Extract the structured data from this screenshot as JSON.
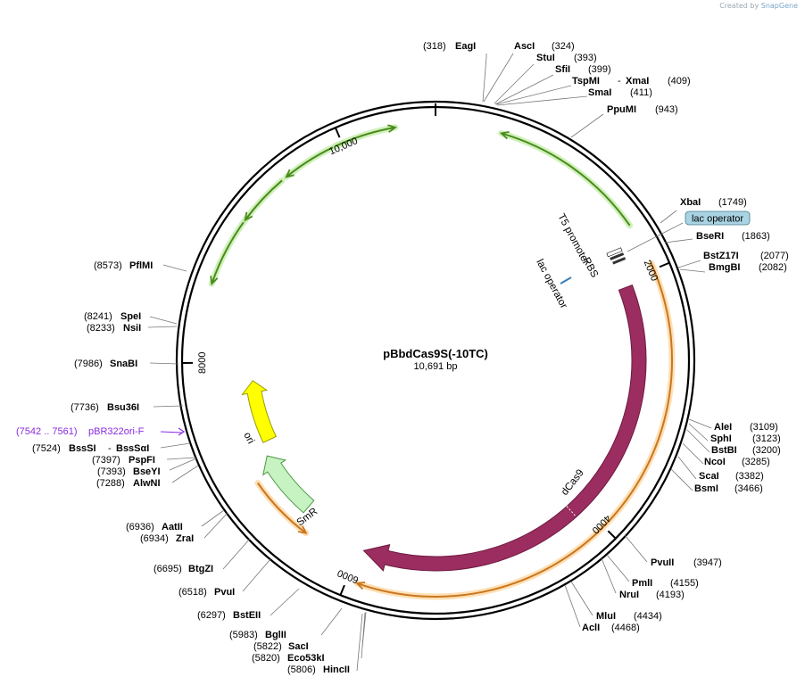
{
  "credit": {
    "prefix": "Created by",
    "brand": "SnapGene"
  },
  "map": {
    "name": "pBbdCas9S(-10TC)",
    "length_label": "10,691 bp",
    "ticks": [
      "2000",
      "4000",
      "6000",
      "8000",
      "10,000"
    ],
    "colors": {
      "cas9": "#9b2d60",
      "sm": "#c7f2c2",
      "ori": "#ffff00",
      "orange_track": "#c8771f",
      "green_track": "#4a8c1c",
      "lac_box": "#a9d4e3",
      "primer": "#8a2be2"
    }
  },
  "sites": {
    "eagi": {
      "pos": "(318)",
      "name": "EagI"
    },
    "asci": {
      "pos": "(324)",
      "name": "AscI"
    },
    "stui": {
      "pos": "(393)",
      "name": "StuI"
    },
    "sfii": {
      "pos": "(399)",
      "name": "SfiI"
    },
    "tspmi": {
      "pos": "(409)",
      "name": "TspMI",
      "alt": "XmaI",
      "sep": "-"
    },
    "smai": {
      "pos": "(411)",
      "name": "SmaI"
    },
    "ppumi": {
      "pos": "(943)",
      "name": "PpuMI"
    },
    "xbai": {
      "pos": "(1749)",
      "name": "XbaI"
    },
    "bseri": {
      "pos": "(1863)",
      "name": "BseRI"
    },
    "bstz17i": {
      "pos": "(2077)",
      "name": "BstZ17I"
    },
    "bmgbi": {
      "pos": "(2082)",
      "name": "BmgBI"
    },
    "alei": {
      "pos": "(3109)",
      "name": "AleI"
    },
    "sphi": {
      "pos": "(3123)",
      "name": "SphI"
    },
    "bstbi": {
      "pos": "(3200)",
      "name": "BstBI"
    },
    "ncoi": {
      "pos": "(3285)",
      "name": "NcoI"
    },
    "scai": {
      "pos": "(3382)",
      "name": "ScaI"
    },
    "bsmi": {
      "pos": "(3466)",
      "name": "BsmI"
    },
    "pvuii": {
      "pos": "(3947)",
      "name": "PvuII"
    },
    "pmli": {
      "pos": "(4155)",
      "name": "PmlI"
    },
    "nrui": {
      "pos": "(4193)",
      "name": "NruI"
    },
    "mlui": {
      "pos": "(4434)",
      "name": "MluI"
    },
    "acli": {
      "pos": "(4468)",
      "name": "AclI"
    },
    "hincii": {
      "pos": "(5806)",
      "name": "HincII"
    },
    "eco53ki": {
      "pos": "(5820)",
      "name": "Eco53kI"
    },
    "saci": {
      "pos": "(5822)",
      "name": "SacI"
    },
    "bglii": {
      "pos": "(5983)",
      "name": "BglII"
    },
    "bsteii": {
      "pos": "(6297)",
      "name": "BstEII"
    },
    "pvui": {
      "pos": "(6518)",
      "name": "PvuI"
    },
    "btgzi": {
      "pos": "(6695)",
      "name": "BtgZI"
    },
    "zrai": {
      "pos": "(6934)",
      "name": "ZraI"
    },
    "aatii": {
      "pos": "(6936)",
      "name": "AatII"
    },
    "alwni": {
      "pos": "(7288)",
      "name": "AlwNI"
    },
    "bseyi": {
      "pos": "(7393)",
      "name": "BseYI"
    },
    "pspfi": {
      "pos": "(7397)",
      "name": "PspFI"
    },
    "bsssi": {
      "pos": "(7524)",
      "name": "BssSI",
      "alt": "BssSαI",
      "sep": "-"
    },
    "bsu36i": {
      "pos": "(7736)",
      "name": "Bsu36I"
    },
    "snabi": {
      "pos": "(7986)",
      "name": "SnaBI"
    },
    "nsii": {
      "pos": "(8233)",
      "name": "NsiI"
    },
    "spei": {
      "pos": "(8241)",
      "name": "SpeI"
    },
    "pflmi": {
      "pos": "(8573)",
      "name": "PflMI"
    }
  },
  "primer": {
    "range": "(7542 .. 7561)",
    "name": "pBR322ori-F"
  },
  "features": {
    "lac_operator_box": "lac operator",
    "t5_promoter": "T5 promoter",
    "rbs": "RBS",
    "lac_operator": "lac operator",
    "dcas9": "dCas9",
    "smr": "SmR",
    "ori": "ori"
  }
}
